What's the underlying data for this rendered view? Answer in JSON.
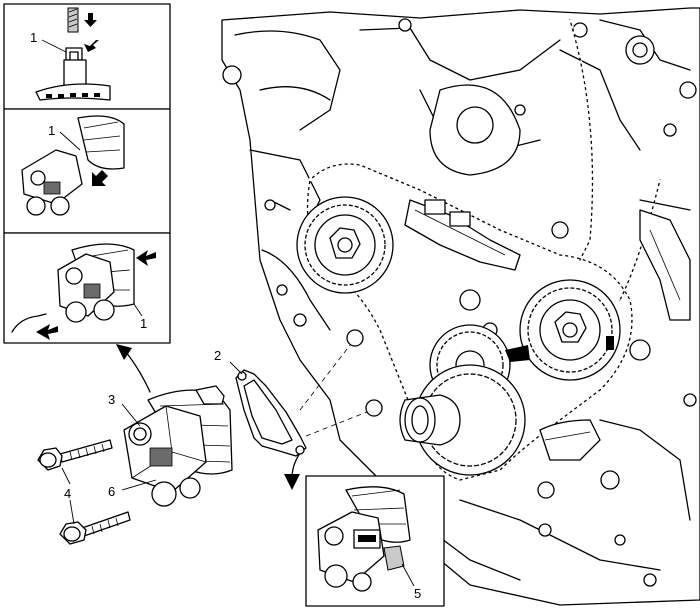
{
  "callouts": {
    "inset_top_1": "1",
    "inset_mid_1": "1",
    "inset_low_1": "1",
    "gasket_2": "2",
    "tensioner_3": "3",
    "bolts_4": "4",
    "pin_5": "5",
    "piston_6": "6"
  },
  "colors": {
    "line": "#000000",
    "gray": "#c9c9c9",
    "dark": "#6b6b6b",
    "paper": "#ffffff"
  }
}
